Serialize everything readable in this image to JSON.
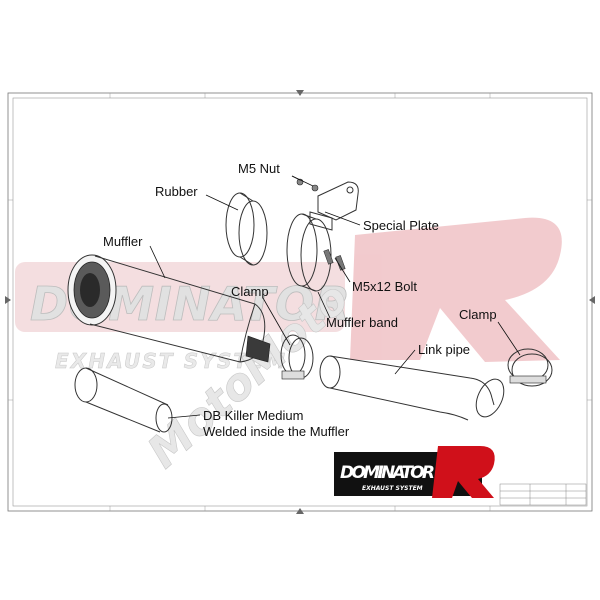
{
  "labels": {
    "m5_nut": "M5 Nut",
    "rubber": "Rubber",
    "special_plate": "Special Plate",
    "muffler": "Muffler",
    "m5x12_bolt": "M5x12 Bolt",
    "clamp_left": "Clamp",
    "clamp_right": "Clamp",
    "muffler_band": "Muffler band",
    "link_pipe": "Link pipe",
    "db_killer_line1": "DB Killer Medium",
    "db_killer_line2": "Welded inside the Muffler"
  },
  "brand": {
    "name": "DOMINATOR",
    "tagline": "EXHAUST SYSTEM",
    "watermark_name": "DOMINATOR",
    "watermark_tagline": "EXHAUST SYSTEM",
    "watermark_moto": "MotoMoto",
    "logo_red": "#d0101a",
    "watermark_red": "#e8a0a6"
  }
}
